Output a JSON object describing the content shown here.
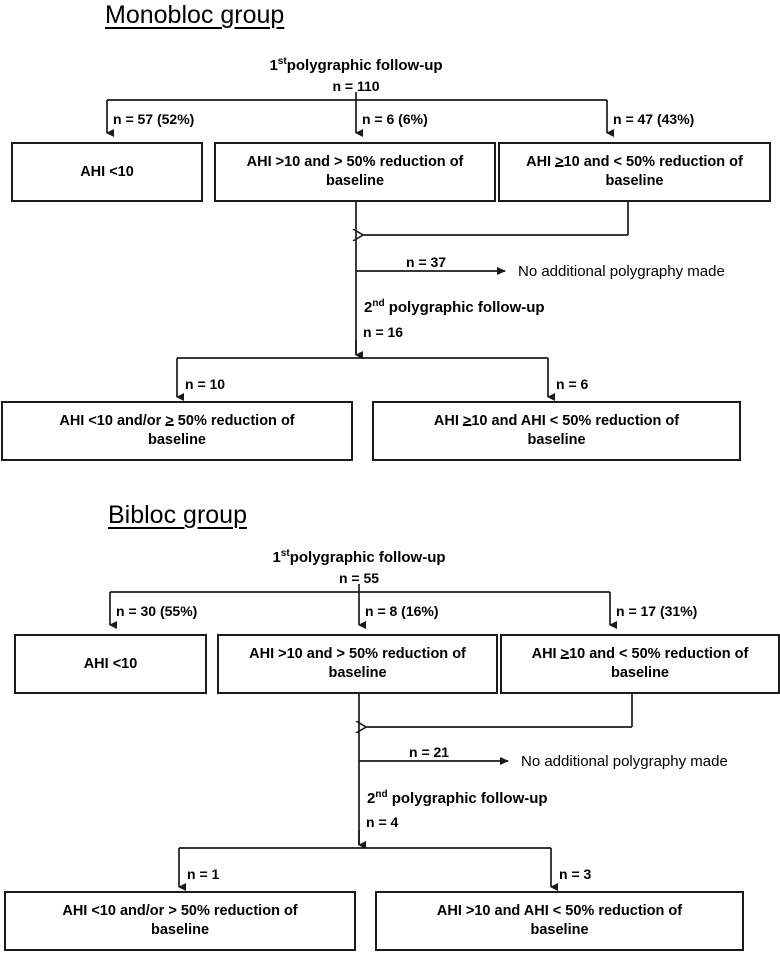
{
  "figure": {
    "type": "flowchart",
    "description": "Two-arm clinical follow-up flowchart of polygraphic follow-up results for Monobloc and Bibloc mandibular advancement device groups",
    "line_color": "#1b1b1b",
    "background": "#ffffff"
  },
  "groups": [
    {
      "id": "monobloc",
      "title": "Monobloc group",
      "first_followup": {
        "label_prefix": "1",
        "label_sup": "st",
        "label_rest": "polygraphic follow-up",
        "n": "n = 110"
      },
      "branch_labels": [
        "n = 57 (52%)",
        "n = 6 (6%)",
        "n = 47 (43%)"
      ],
      "outcomes": [
        {
          "line1": "AHI <10",
          "line2": ""
        },
        {
          "line1_a": "AHI >10 and  > 50% reduction of",
          "line2": "baseline"
        },
        {
          "pre": "AHI ",
          "geq": ">",
          "post": "10 and < 50% reduction of",
          "line2": "baseline"
        }
      ],
      "dropout": {
        "n": "n = 37",
        "text": "No additional polygraphy made"
      },
      "second_followup": {
        "label_prefix": "2",
        "label_sup": "nd",
        "label_rest": " polygraphic follow-up",
        "n": "n = 16"
      },
      "second_branch_labels": [
        "n = 10",
        "n = 6"
      ],
      "second_outcomes": [
        {
          "pre": "AHI <10 and/or ",
          "geq": ">",
          "post": " 50% reduction of",
          "line2": "baseline"
        },
        {
          "pre": "AHI ",
          "geq": ">",
          "post": "10 and AHI < 50% reduction of",
          "line2": "baseline"
        }
      ]
    },
    {
      "id": "bibloc",
      "title": "Bibloc group",
      "first_followup": {
        "label_prefix": "1",
        "label_sup": "st",
        "label_rest": "polygraphic follow-up",
        "n": "n = 55"
      },
      "branch_labels": [
        "n = 30 (55%)",
        "n = 8 (16%)",
        "n = 17 (31%)"
      ],
      "outcomes": [
        {
          "line1": "AHI <10",
          "line2": ""
        },
        {
          "line1_a": "AHI >10 and  > 50% reduction of",
          "line2": "baseline"
        },
        {
          "pre": "AHI ",
          "geq": ">",
          "post": "10 and < 50% reduction of",
          "line2": "baseline"
        }
      ],
      "dropout": {
        "n": "n = 21",
        "text": "No additional polygraphy made"
      },
      "second_followup": {
        "label_prefix": "2",
        "label_sup": "nd",
        "label_rest": " polygraphic follow-up",
        "n": "n = 4"
      },
      "second_branch_labels": [
        "n = 1",
        "n = 3"
      ],
      "second_outcomes": [
        {
          "line1_a": "AHI <10 and/or > 50% reduction of",
          "line2": "baseline"
        },
        {
          "line1_a": "AHI >10 and AHI < 50% reduction of",
          "line2": "baseline"
        }
      ]
    }
  ]
}
